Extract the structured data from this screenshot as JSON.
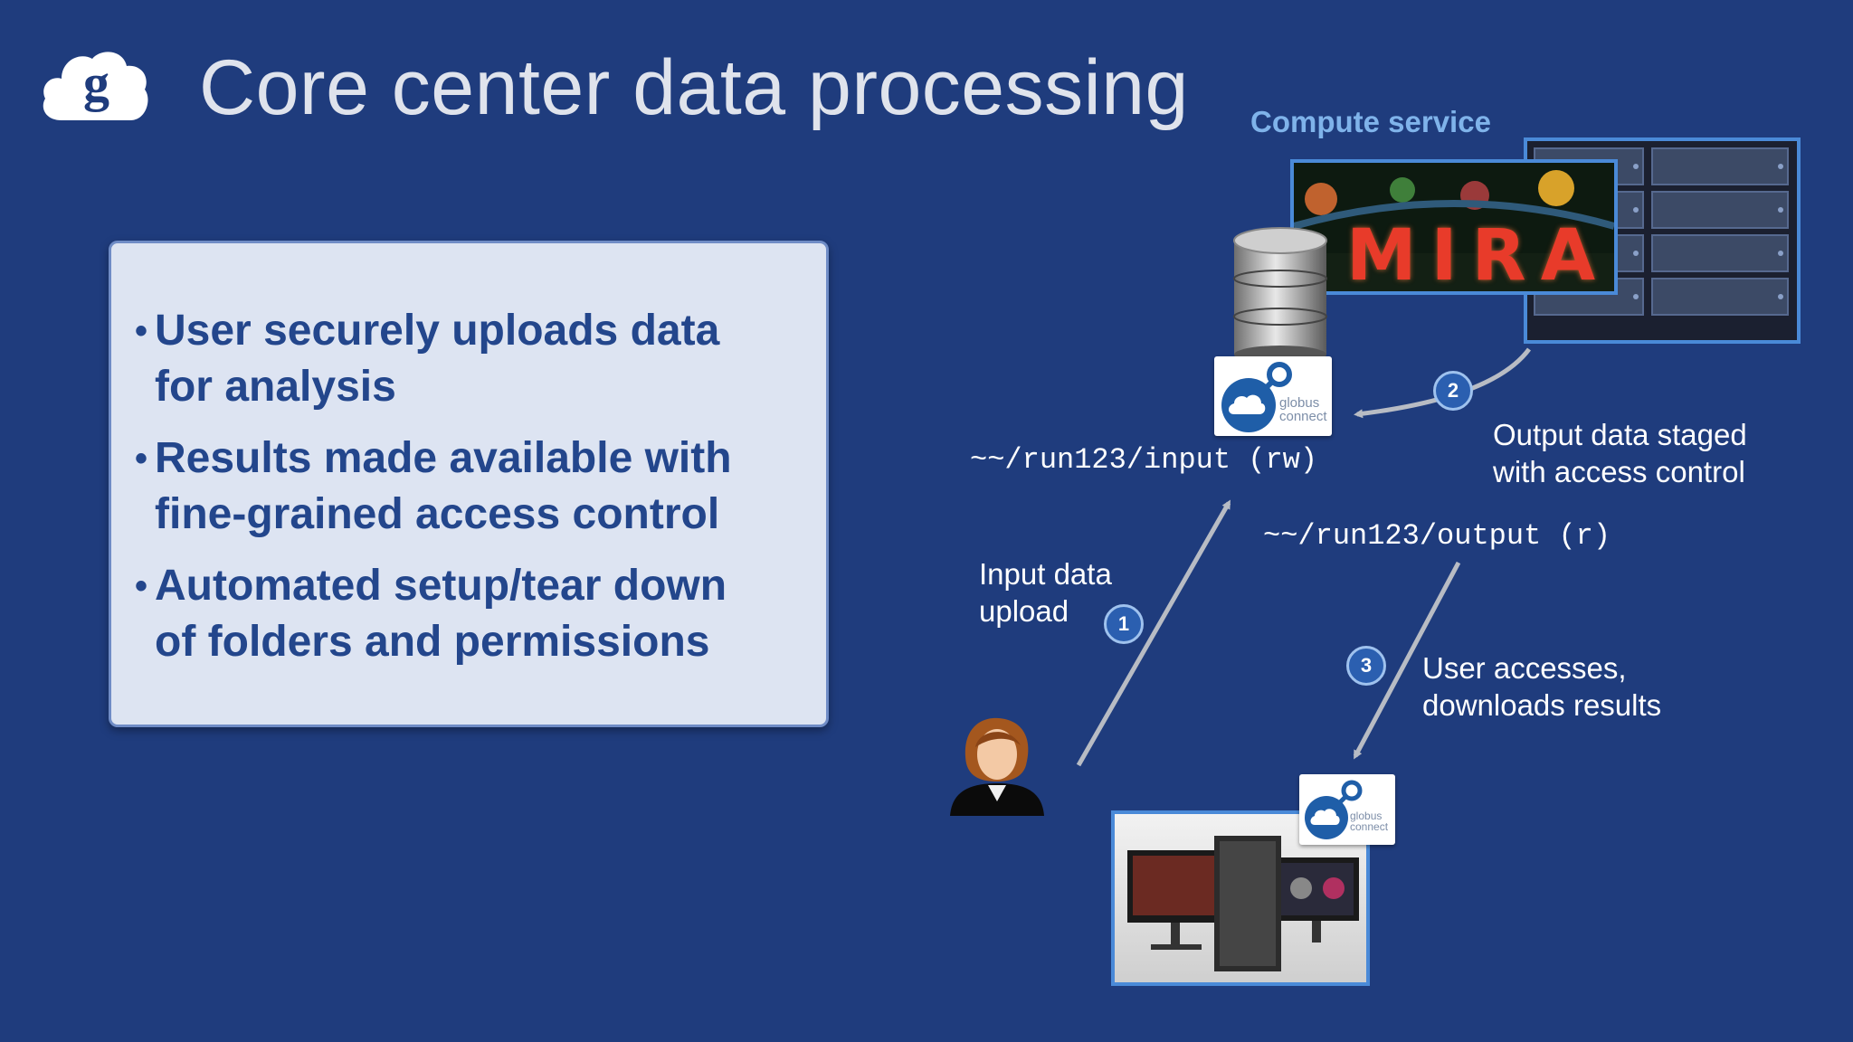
{
  "slide": {
    "title": "Core center data processing",
    "bullets": [
      {
        "line1": "User securely uploads data",
        "line2": "for analysis"
      },
      {
        "line1": "Results made available with",
        "line2": "fine-grained access control"
      },
      {
        "line1": "Automated setup/tear down",
        "line2": "of folders and permissions"
      }
    ]
  },
  "diagram": {
    "compute_label": "Compute service",
    "mira_label": "MIRA",
    "input_path": "~~/run123/input (rw)",
    "output_path": "~~/run123/output (r)",
    "step1": {
      "badge": "1",
      "caption_line1": "Input data",
      "caption_line2": "upload"
    },
    "step2": {
      "badge": "2",
      "caption_line1": "Output data staged",
      "caption_line2": "with access control"
    },
    "step3": {
      "badge": "3",
      "caption_line1": "User accesses,",
      "caption_line2": "downloads results"
    },
    "globus_connect": {
      "word1": "globus",
      "word2": "connect"
    }
  },
  "colors": {
    "background": "#1f3c7d",
    "bullet_text": "#23468c",
    "box_fill": "#dde4f2",
    "accent_label": "#7fb3ea",
    "frame_blue": "#4a8ad8",
    "arrow_gray": "#b8bcc4"
  },
  "icons": [
    "globus-cloud-logo",
    "database-icon",
    "globus-connect-logo",
    "user-icon",
    "workstation-image",
    "server-rack-image",
    "mira-supercomputer-image"
  ]
}
